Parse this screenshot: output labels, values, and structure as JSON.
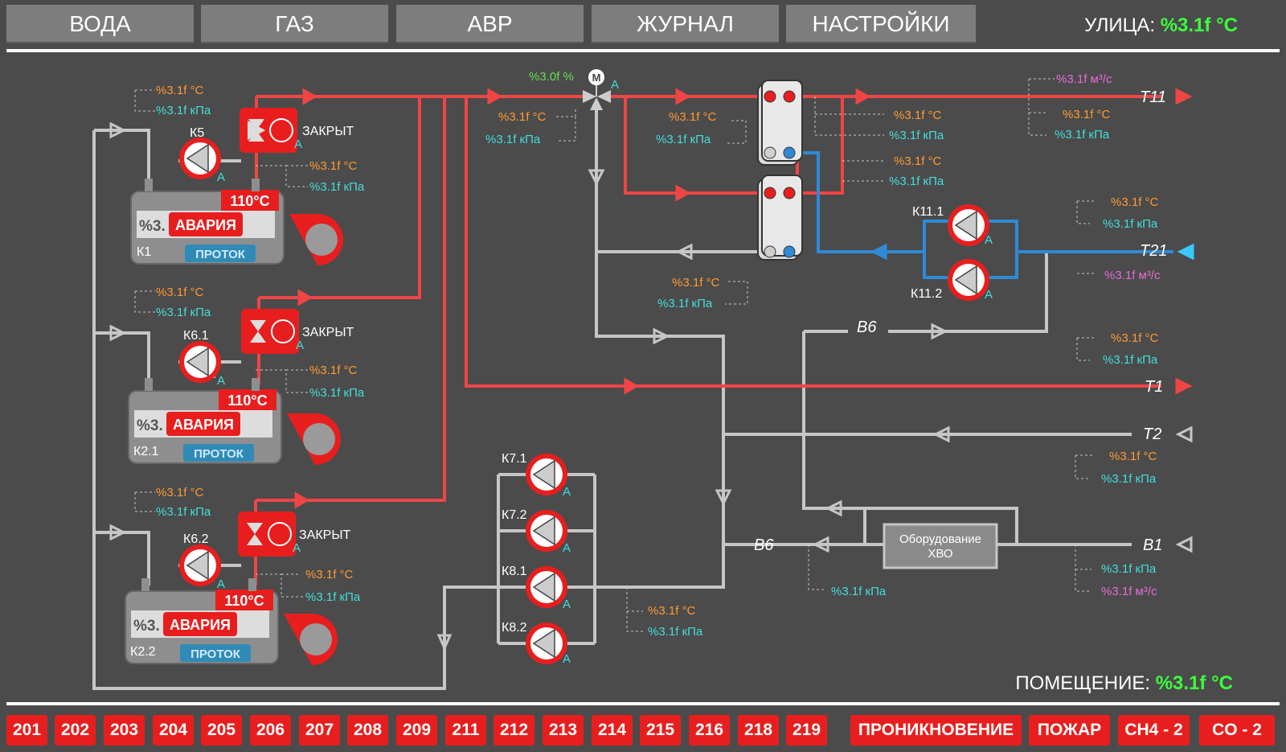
{
  "nav": {
    "tabs": [
      "ВОДА",
      "ГАЗ",
      "АВР",
      "ЖУРНАЛ",
      "НАСТРОЙКИ"
    ],
    "outside_label": "УЛИЦА:",
    "outside_value": "%3.1f °C"
  },
  "room": {
    "label": "ПОМЕЩЕНИЕ:",
    "value": "%3.1f °C"
  },
  "fmt": {
    "temp": "%3.1f °C",
    "press": "%3.1f кПа",
    "flow": "%3.1f м³/с",
    "percent": "%3.0f %",
    "boiler_value": "%3."
  },
  "boilers": [
    {
      "name": "К1",
      "pump": "К5",
      "valve_state": "ЗАКРЫТ",
      "limit": "110°C",
      "alarm": "АВАРИЯ",
      "flow": "ПРОТОК"
    },
    {
      "name": "К2.1",
      "pump": "К6.1",
      "valve_state": "ЗАКРЫТ",
      "limit": "110°C",
      "alarm": "АВАРИЯ",
      "flow": "ПРОТОК"
    },
    {
      "name": "К2.2",
      "pump": "К6.2",
      "valve_state": "ЗАКРЫТ",
      "limit": "110°C",
      "alarm": "АВАРИЯ",
      "flow": "ПРОТОК"
    }
  ],
  "pumps": {
    "k11_1": "К11.1",
    "k11_2": "К11.2",
    "k7_1": "К7.1",
    "k7_2": "К7.2",
    "k8_1": "К8.1",
    "k8_2": "К8.2",
    "auto": "А",
    "motor": "М"
  },
  "lines": {
    "t11": "Т11",
    "t21": "Т21",
    "t1": "Т1",
    "t2": "Т2",
    "b1": "В1",
    "b6": "В6"
  },
  "equipment": {
    "line1": "Оборудование",
    "line2": "ХВО"
  },
  "alarms": {
    "rooms": [
      "201",
      "202",
      "203",
      "204",
      "205",
      "206",
      "207",
      "208",
      "209",
      "211",
      "212",
      "213",
      "214",
      "215",
      "216",
      "218",
      "219"
    ],
    "intrusion": "ПРОНИКНОВЕНИЕ",
    "fire": "ПОЖАР",
    "ch4": "CH4 - 2",
    "co": "CO - 2"
  },
  "colors": {
    "hot": "#f04545",
    "cold": "#2f8ad6",
    "pipe": "#c6c6c6",
    "alarm": "#e81e1e",
    "ok": "#3cff3c"
  }
}
